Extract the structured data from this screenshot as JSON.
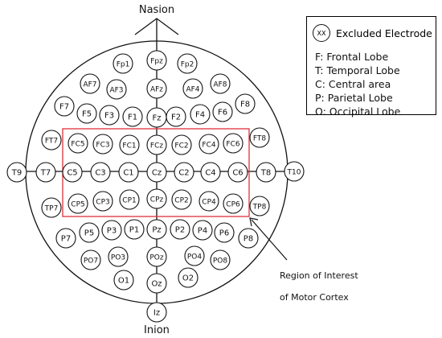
{
  "diagram": {
    "top_label": "Nasion",
    "bottom_label": "Inion",
    "roi_label_line1": "Region of Interest",
    "roi_label_line2": "of Motor Cortex",
    "colors": {
      "roi": "#e0303a",
      "line": "#111111",
      "text": "#111111"
    }
  },
  "legend": {
    "marker_text": "XX",
    "marker_desc": "Excluded Electrode",
    "items": [
      "F: Frontal Lobe",
      "T: Temporal Lobe",
      "C: Central area",
      "P: Parietal Lobe",
      "O: Occipital Lobe"
    ]
  },
  "electrodes": [
    "Fp1",
    "Fpz",
    "Fp2",
    "AF7",
    "AF3",
    "AFz",
    "AF4",
    "AF8",
    "F7",
    "F5",
    "F3",
    "F1",
    "Fz",
    "F2",
    "F4",
    "F6",
    "F8",
    "FT7",
    "FC5",
    "FC3",
    "FC1",
    "FCz",
    "FC2",
    "FC4",
    "FC6",
    "FT8",
    "T9",
    "T7",
    "C5",
    "C3",
    "C1",
    "Cz",
    "C2",
    "C4",
    "C6",
    "T8",
    "T10",
    "TP7",
    "CP5",
    "CP3",
    "CP1",
    "CPz",
    "CP2",
    "CP4",
    "CP6",
    "TP8",
    "P7",
    "P5",
    "P3",
    "P1",
    "Pz",
    "P2",
    "P4",
    "P6",
    "P8",
    "PO7",
    "PO3",
    "POz",
    "PO4",
    "PO8",
    "O1",
    "Oz",
    "O2",
    "Iz"
  ]
}
